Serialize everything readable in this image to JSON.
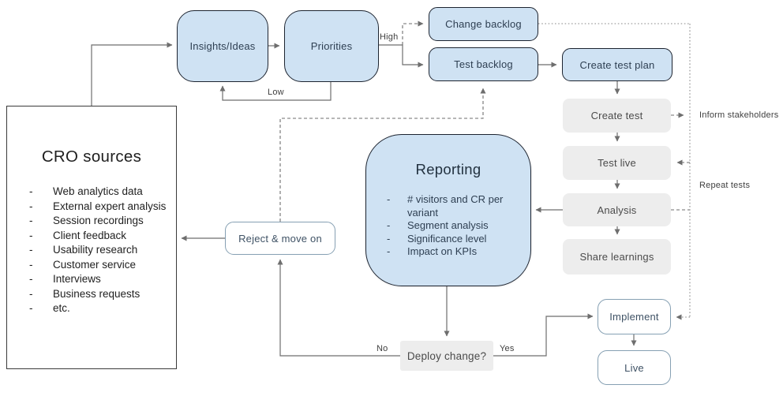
{
  "diagram": {
    "nodes": {
      "insights": {
        "label": "Insights/Ideas"
      },
      "priorities": {
        "label": "Priorities"
      },
      "change_backlog": {
        "label": "Change backlog"
      },
      "test_backlog": {
        "label": "Test backlog"
      },
      "create_test_plan": {
        "label": "Create test plan"
      },
      "create_test": {
        "label": "Create test"
      },
      "test_live": {
        "label": "Test live"
      },
      "analysis": {
        "label": "Analysis"
      },
      "share_learnings": {
        "label": "Share learnings"
      },
      "reject": {
        "label": "Reject & move on"
      },
      "deploy": {
        "label": "Deploy change?"
      },
      "implement": {
        "label": "Implement"
      },
      "live": {
        "label": "Live"
      }
    },
    "cro_sources": {
      "title": "CRO sources",
      "items": [
        "Web analytics data",
        "External expert analysis",
        "Session recordings",
        "Client feedback",
        "Usability research",
        "Customer service",
        "Interviews",
        "Business requests",
        "etc."
      ]
    },
    "reporting": {
      "title": "Reporting",
      "items": [
        "# visitors and CR per variant",
        "Segment analysis",
        "Significance level",
        "Impact on KPIs"
      ]
    },
    "edge_labels": {
      "high": "High",
      "low": "Low",
      "no": "No",
      "yes": "Yes",
      "inform_stakeholders": "Inform stakeholders",
      "repeat_tests": "Repeat tests"
    },
    "colors": {
      "node_blue_fill": "#cfe2f3",
      "node_blue_border": "#1d2430",
      "node_gray_fill": "#ededed",
      "outline_node_border": "#86a0b3",
      "panel_border": "#3a3a3a",
      "connector": "#6e6e6e",
      "text_dark": "#2e3f52"
    }
  }
}
